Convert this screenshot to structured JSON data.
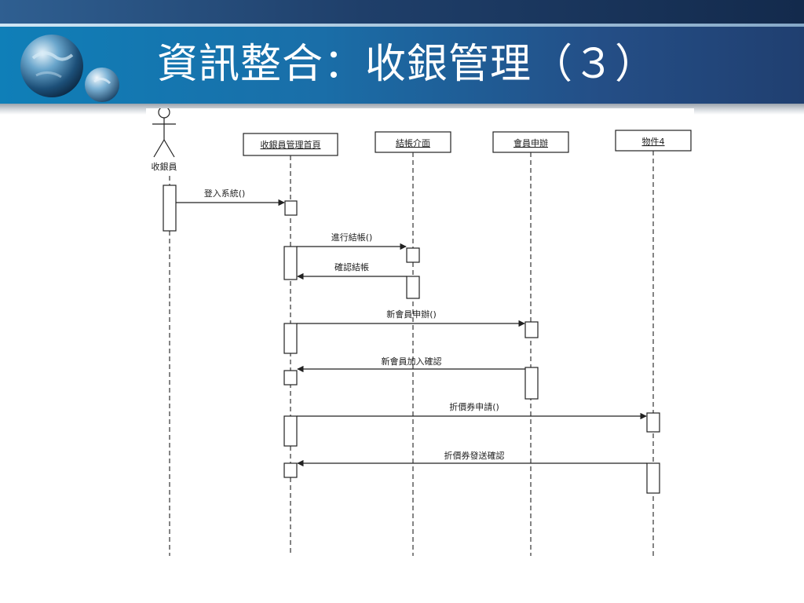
{
  "slide": {
    "title": "資訊整合：收銀管理（３）"
  },
  "diagram": {
    "actor": {
      "label": "收銀員"
    },
    "lifelines": [
      {
        "id": "home",
        "label": "收銀員管理首頁"
      },
      {
        "id": "checkout",
        "label": "結帳介面"
      },
      {
        "id": "member",
        "label": "會員申辦"
      },
      {
        "id": "obj4",
        "label": "物件4"
      }
    ],
    "messages": [
      {
        "label": "登入系統()",
        "from": "actor",
        "to": "home",
        "kind": "call"
      },
      {
        "label": "進行結帳()",
        "from": "home",
        "to": "checkout",
        "kind": "call"
      },
      {
        "label": "確認結帳",
        "from": "checkout",
        "to": "home",
        "kind": "return"
      },
      {
        "label": "新會員申辦()",
        "from": "home",
        "to": "member",
        "kind": "call"
      },
      {
        "label": "新會員加入確認",
        "from": "member",
        "to": "home",
        "kind": "return"
      },
      {
        "label": "折價券申請()",
        "from": "home",
        "to": "obj4",
        "kind": "call"
      },
      {
        "label": "折價券發送確認",
        "from": "obj4",
        "to": "home",
        "kind": "return"
      }
    ]
  },
  "colors": {
    "title_text": "#ffffff",
    "band_blue": "#1a6ea8",
    "diagram_line": "#222222"
  }
}
